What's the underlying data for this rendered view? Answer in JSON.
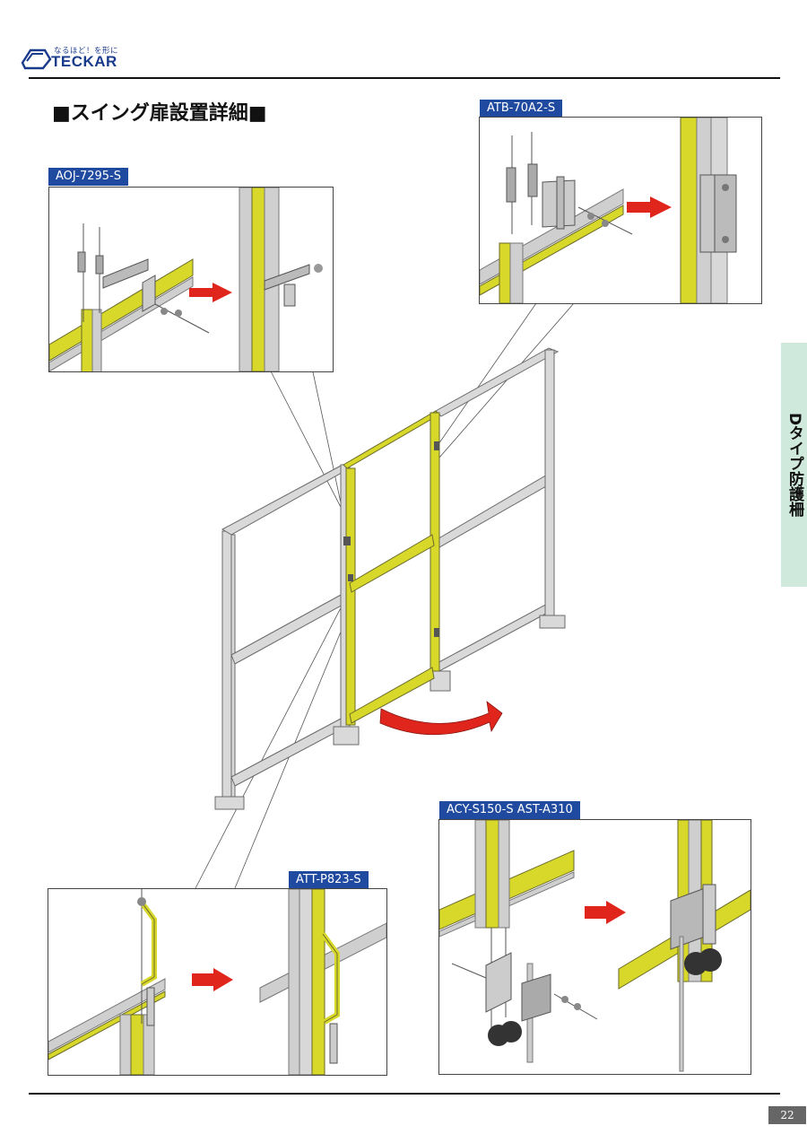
{
  "header": {
    "logo_tagline": "なるほど！を形に",
    "logo_name": "TECKAR"
  },
  "page_title": "■スイング扉設置詳細■",
  "callouts": {
    "aoj": "AOJ-7295-S",
    "atb": "ATB-70A2-S",
    "acy": "ACY-S150-S  AST-A310",
    "att": "ATT-P823-S"
  },
  "side_tab": "Dタイプ防護柵",
  "page_number": "22",
  "colors": {
    "accent_blue": "#1f4aa0",
    "frame_yellow": "#d8d82a",
    "arrow_red": "#e0261c",
    "side_tab_bg": "#cfe9dc"
  }
}
